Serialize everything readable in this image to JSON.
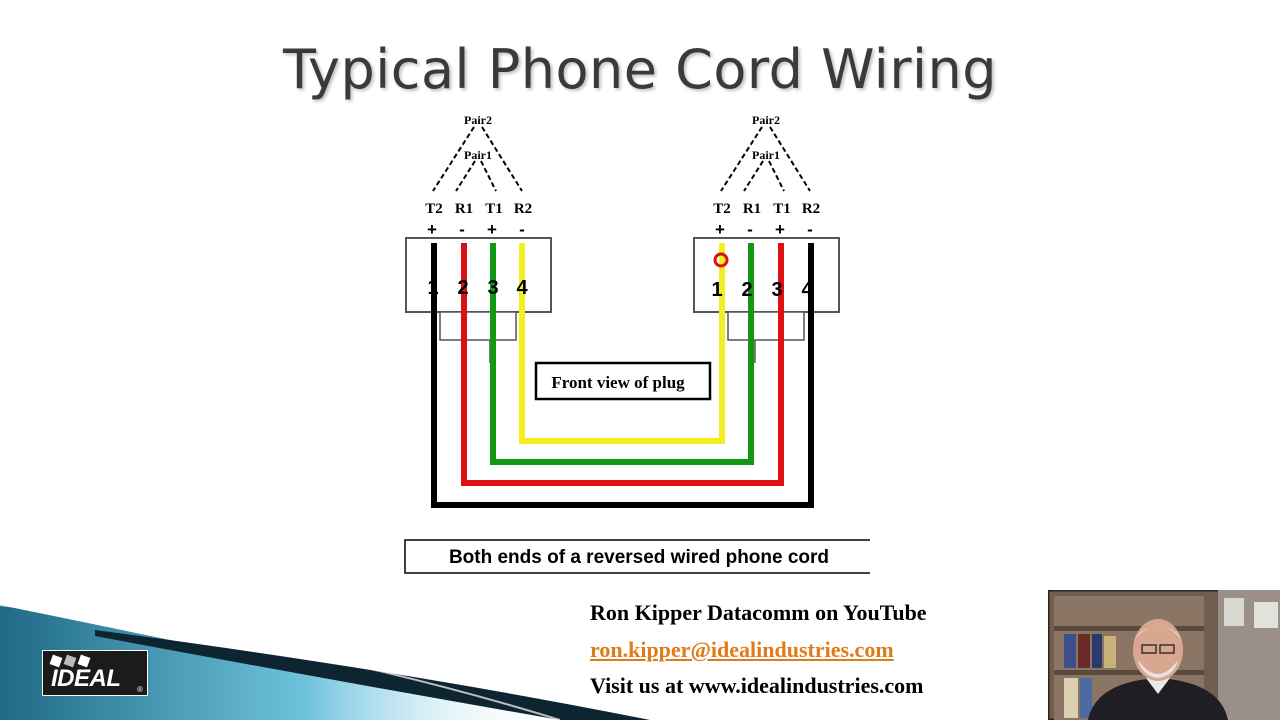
{
  "slide": {
    "title": "Typical Phone Cord Wiring"
  },
  "diagram": {
    "left_plug": {
      "pair2_label": "Pair2",
      "pair1_label": "Pair1",
      "pin_names": [
        "T2",
        "R1",
        "T1",
        "R2"
      ],
      "polarity": [
        "+",
        "-",
        "+",
        "-"
      ],
      "pin_numbers": [
        "1",
        "2",
        "3",
        "4"
      ],
      "wire_colors": [
        "#000000",
        "#dd1111",
        "#119911",
        "#f2ee22"
      ]
    },
    "right_plug": {
      "pair2_label": "Pair2",
      "pair1_label": "Pair1",
      "pin_names": [
        "T2",
        "R1",
        "T1",
        "R2"
      ],
      "polarity": [
        "+",
        "-",
        "+",
        "-"
      ],
      "pin_numbers": [
        "1",
        "2",
        "3",
        "4"
      ],
      "wire_colors": [
        "#f2ee22",
        "#119911",
        "#dd1111",
        "#000000"
      ]
    },
    "center_label": "Front view of plug",
    "caption": "Both ends of a reversed wired phone cord"
  },
  "footer": {
    "youtube_line": "Ron Kipper Datacomm on YouTube",
    "email": "ron.kipper@idealindustries.com",
    "website_line": "Visit us at www.idealindustries.com"
  },
  "branding": {
    "logo_text": "IDEAL",
    "logo_registered": "®",
    "swoosh_colors": [
      "#1f6a86",
      "#6fc3dd",
      "#0d2530"
    ]
  }
}
